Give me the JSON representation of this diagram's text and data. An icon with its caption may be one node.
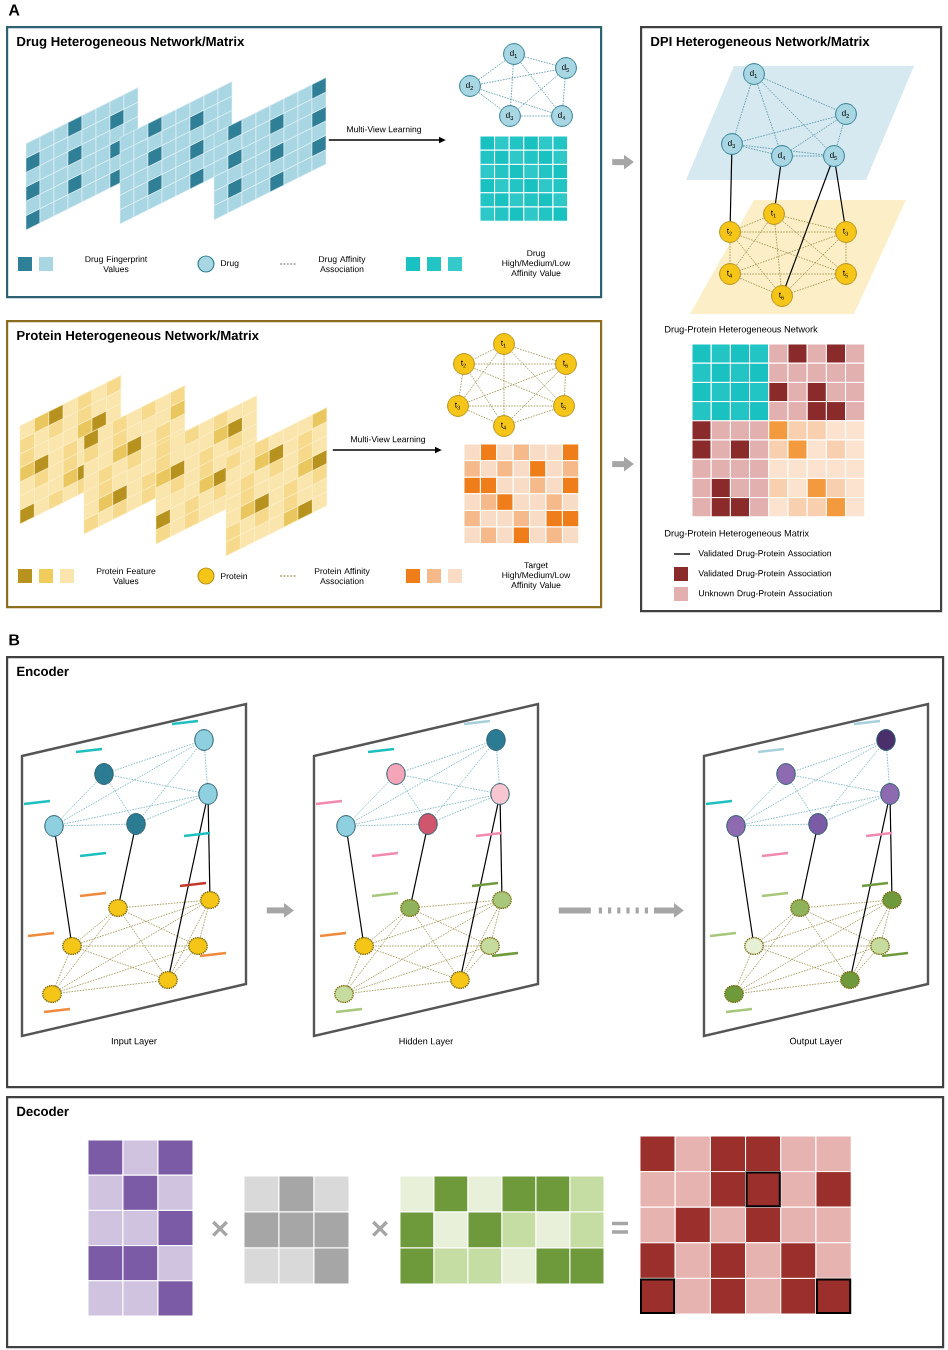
{
  "diagram": {
    "nodes": [
      {
        "text": [
          "Drug Heterogeneous Network/Matrix"
        ]
      },
      {
        "text": [],
        "shape": "picture",
        "in": 0
      },
      {
        "text": [],
        "shape": "picture",
        "in": 0
      },
      {
        "text": [
          "Protein Heterogeneous Network/Matrix"
        ]
      },
      {
        "text": [],
        "shape": "picture",
        "in": 3
      },
      {
        "text": [],
        "shape": "picture",
        "in": 3
      },
      {
        "text": [
          "DPI Heterogeneous Network/Matrix"
        ]
      },
      {
        "text": [
          "Encoder"
        ]
      },
      {
        "text": [],
        "shape": "picture",
        "in": 7,
        "beside": [
          "Input Layer"
        ]
      },
      {
        "text": [],
        "shape": "picture",
        "in": 7,
        "beside": [
          "Hidden Layer"
        ]
      },
      {
        "text": [],
        "shape": "picture",
        "in": 7,
        "beside": [
          "Output Layer"
        ]
      },
      {
        "text": [
          "Decoder"
        ]
      }
    ],
    "edges": [
      {
        "from": 1,
        "to": 2,
        "arrow": "to",
        "label": "Multi-View Learning",
        "color": "#000000"
      },
      {
        "from": 4,
        "to": 5,
        "arrow": "to",
        "label": "Multi-View Learning",
        "color": "#000000"
      },
      {
        "from": 0,
        "to": 6,
        "arrow": "to"
      },
      {
        "from": 3,
        "to": 6,
        "arrow": "to"
      },
      {
        "from": 8,
        "to": 9,
        "arrow": "to"
      },
      {
        "from": 9,
        "to": 10,
        "arrow": "to",
        "style": "dashed"
      }
    ],
    "labels": [
      "A",
      "d$_{1}$",
      "d$_{2}$",
      "d$_{3}$",
      "d$_{4}$",
      "d$_{5}$",
      "t$_{1}$",
      "t$_{2}$",
      "t$_{3}$",
      "t$_{4}$",
      "t$_{5}$",
      "t$_{6}$",
      "d$_{1}$",
      "d$_{2}$",
      "d$_{3}$",
      "d$_{4}$",
      "d$_{5}$",
      "t$_{1}$",
      "t$_{2}$",
      "t$_{3}$",
      "t$_{4}$",
      "t$_{5}$",
      "t$_{6}$",
      "Drug-Protein Heterogeneous Network",
      "Drug-Protein Heterogeneous Matrix",
      "B",
      "×",
      "×",
      "="
    ],
    "legend": [
      {
        "text": "Drug Fingerprint Values"
      },
      {
        "text": "Drug"
      },
      {
        "text": "Drug Affinity Association"
      },
      {
        "text": "Drug High/Medium/Low Affinity Value"
      },
      {
        "text": "Protein Feature Values"
      },
      {
        "text": "Protein"
      },
      {
        "text": "Protein Affinity Association"
      },
      {
        "text": "Target High/Medium/Low Affinity Value"
      },
      {
        "text": "Validated Drug-Protein Association"
      },
      {
        "text": "Validated Drug-Protein Association",
        "color": "#8b2a2a"
      },
      {
        "text": "Unknown Drug-Protein Association",
        "color": "#e3b0b0"
      }
    ]
  }
}
